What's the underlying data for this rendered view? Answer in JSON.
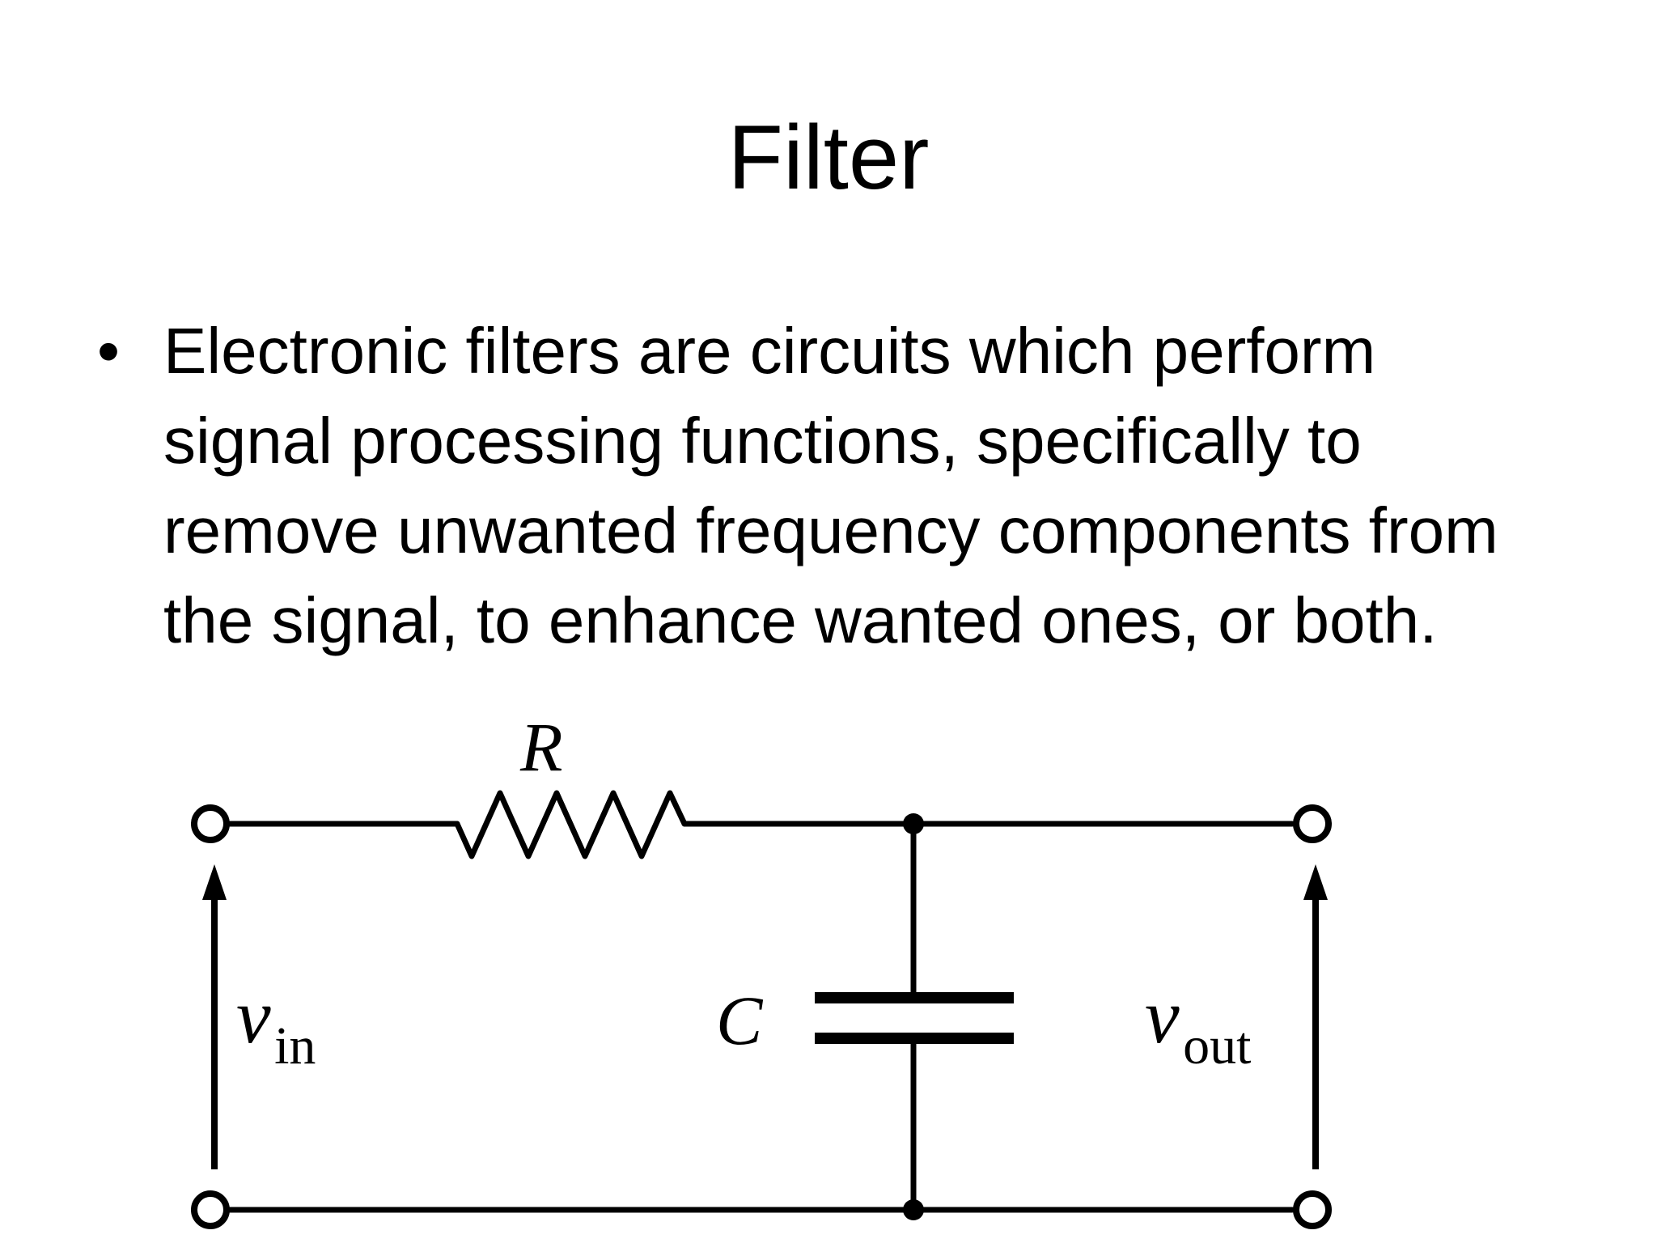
{
  "slide": {
    "title": "Filter",
    "bullets": [
      {
        "marker": "•",
        "text": "Electronic filters are circuits which perform signal processing functions, specifically to remove unwanted frequency components from the signal, to enhance wanted ones, or both."
      }
    ]
  },
  "circuit": {
    "resistor_label": "R",
    "capacitor_label": "C",
    "vin_symbol": "v",
    "vin_subscript": "in",
    "vout_symbol": "v",
    "vout_subscript": "out"
  },
  "colors": {
    "background": "#ffffff",
    "text": "#000000",
    "wire": "#000000"
  }
}
